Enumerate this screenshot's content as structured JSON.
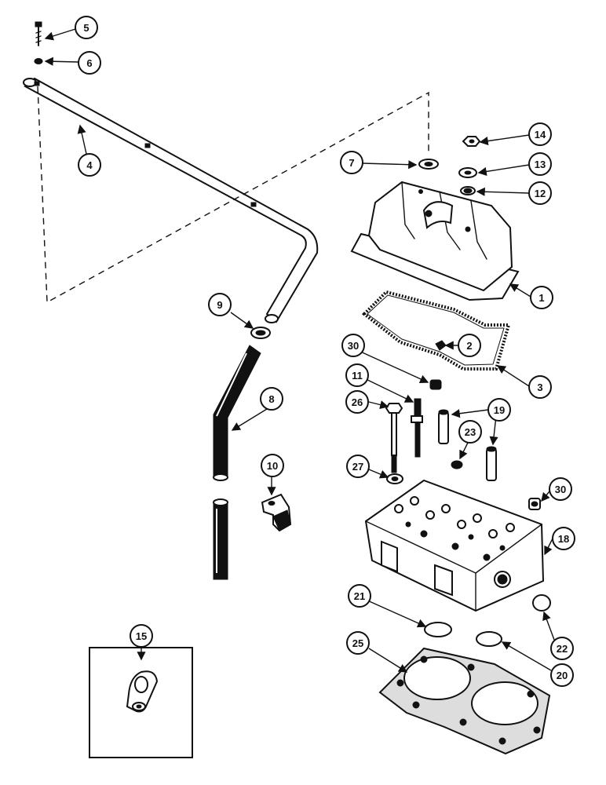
{
  "callouts": {
    "c1": "1",
    "c2": "2",
    "c3": "3",
    "c4": "4",
    "c5": "5",
    "c6": "6",
    "c7": "7",
    "c8": "8",
    "c9": "9",
    "c10": "10",
    "c11": "11",
    "c12": "12",
    "c13": "13",
    "c14": "14",
    "c15": "15",
    "c18": "18",
    "c19": "19",
    "c20": "20",
    "c21": "21",
    "c22": "22",
    "c23": "23",
    "c25": "25",
    "c26": "26",
    "c27": "27",
    "c30a": "30",
    "c30b": "30"
  },
  "colors": {
    "ink": "#111111",
    "paper": "#ffffff"
  }
}
